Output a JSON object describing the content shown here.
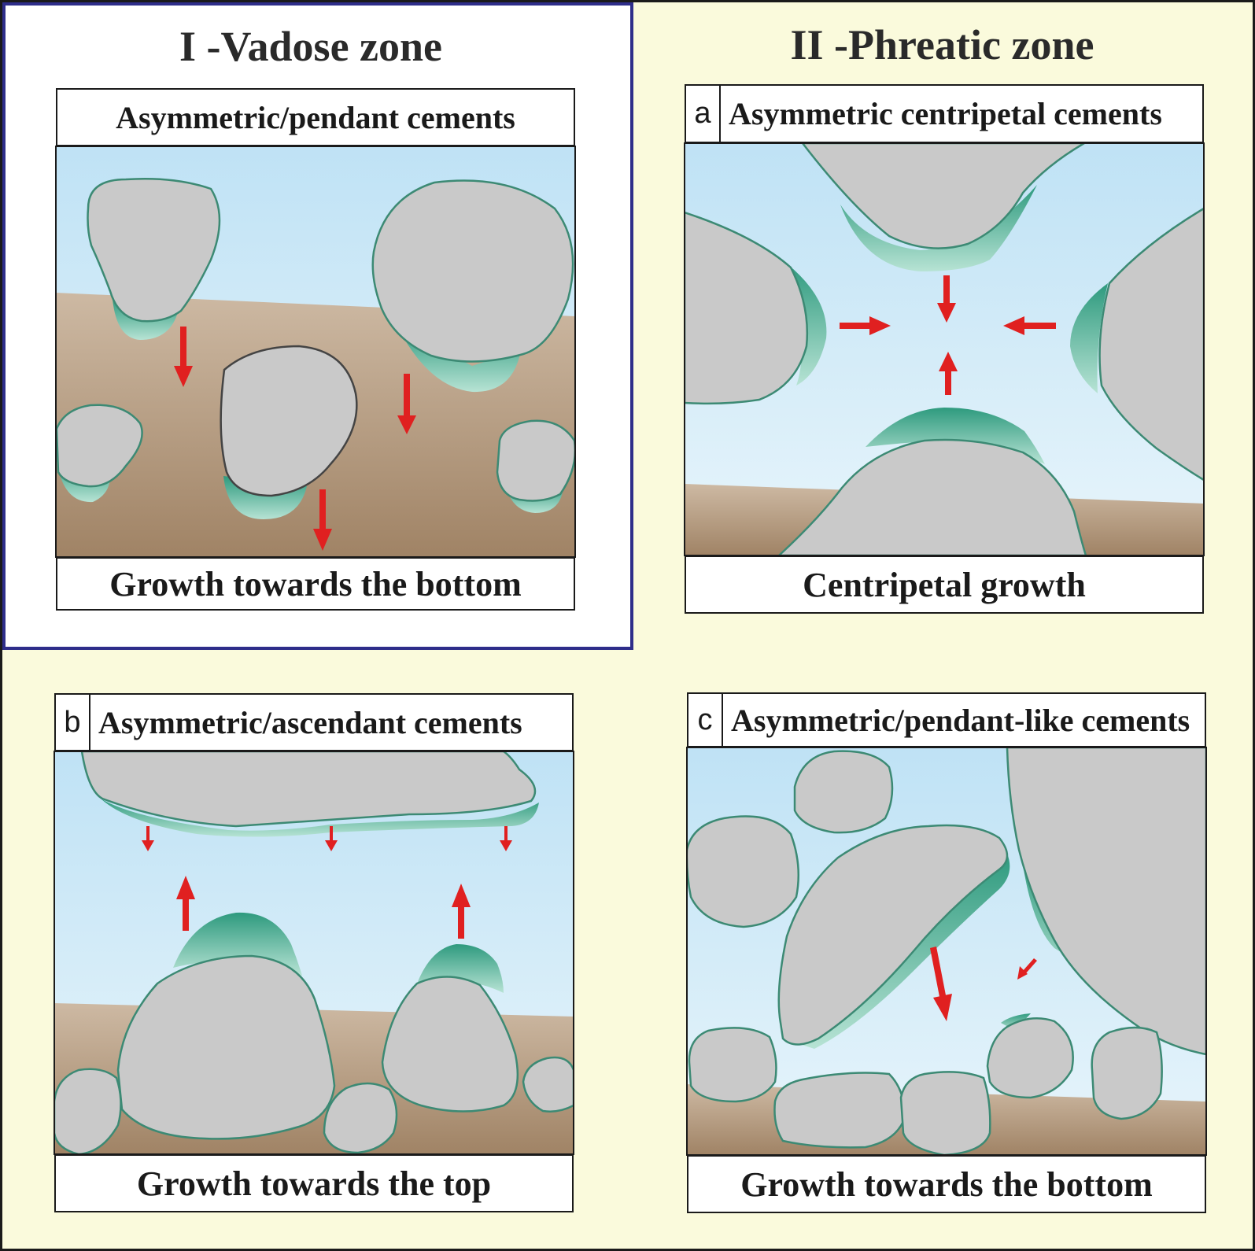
{
  "zones": {
    "vadose": {
      "title": "I -Vadose zone"
    },
    "phreatic": {
      "title": "II -Phreatic zone"
    }
  },
  "panels": {
    "vadose": {
      "header": "Asymmetric/pendant cements",
      "footer": "Growth towards the bottom"
    },
    "a": {
      "letter": "a",
      "header": "Asymmetric centripetal cements",
      "footer": "Centripetal growth"
    },
    "b": {
      "letter": "b",
      "header": "Asymmetric/ascendant cements",
      "footer": "Growth towards the top"
    },
    "c": {
      "letter": "c",
      "header": "Asymmetric/pendant-like cements",
      "footer": "Growth towards the bottom"
    }
  },
  "colors": {
    "background": "#fafadc",
    "vadose_frame": "#2e2d8a",
    "water": "#cfeaf6",
    "sediment": "#a88c6e",
    "grain": "#c9c9c9",
    "cement": "#3fa58a",
    "arrow": "#e02020"
  }
}
